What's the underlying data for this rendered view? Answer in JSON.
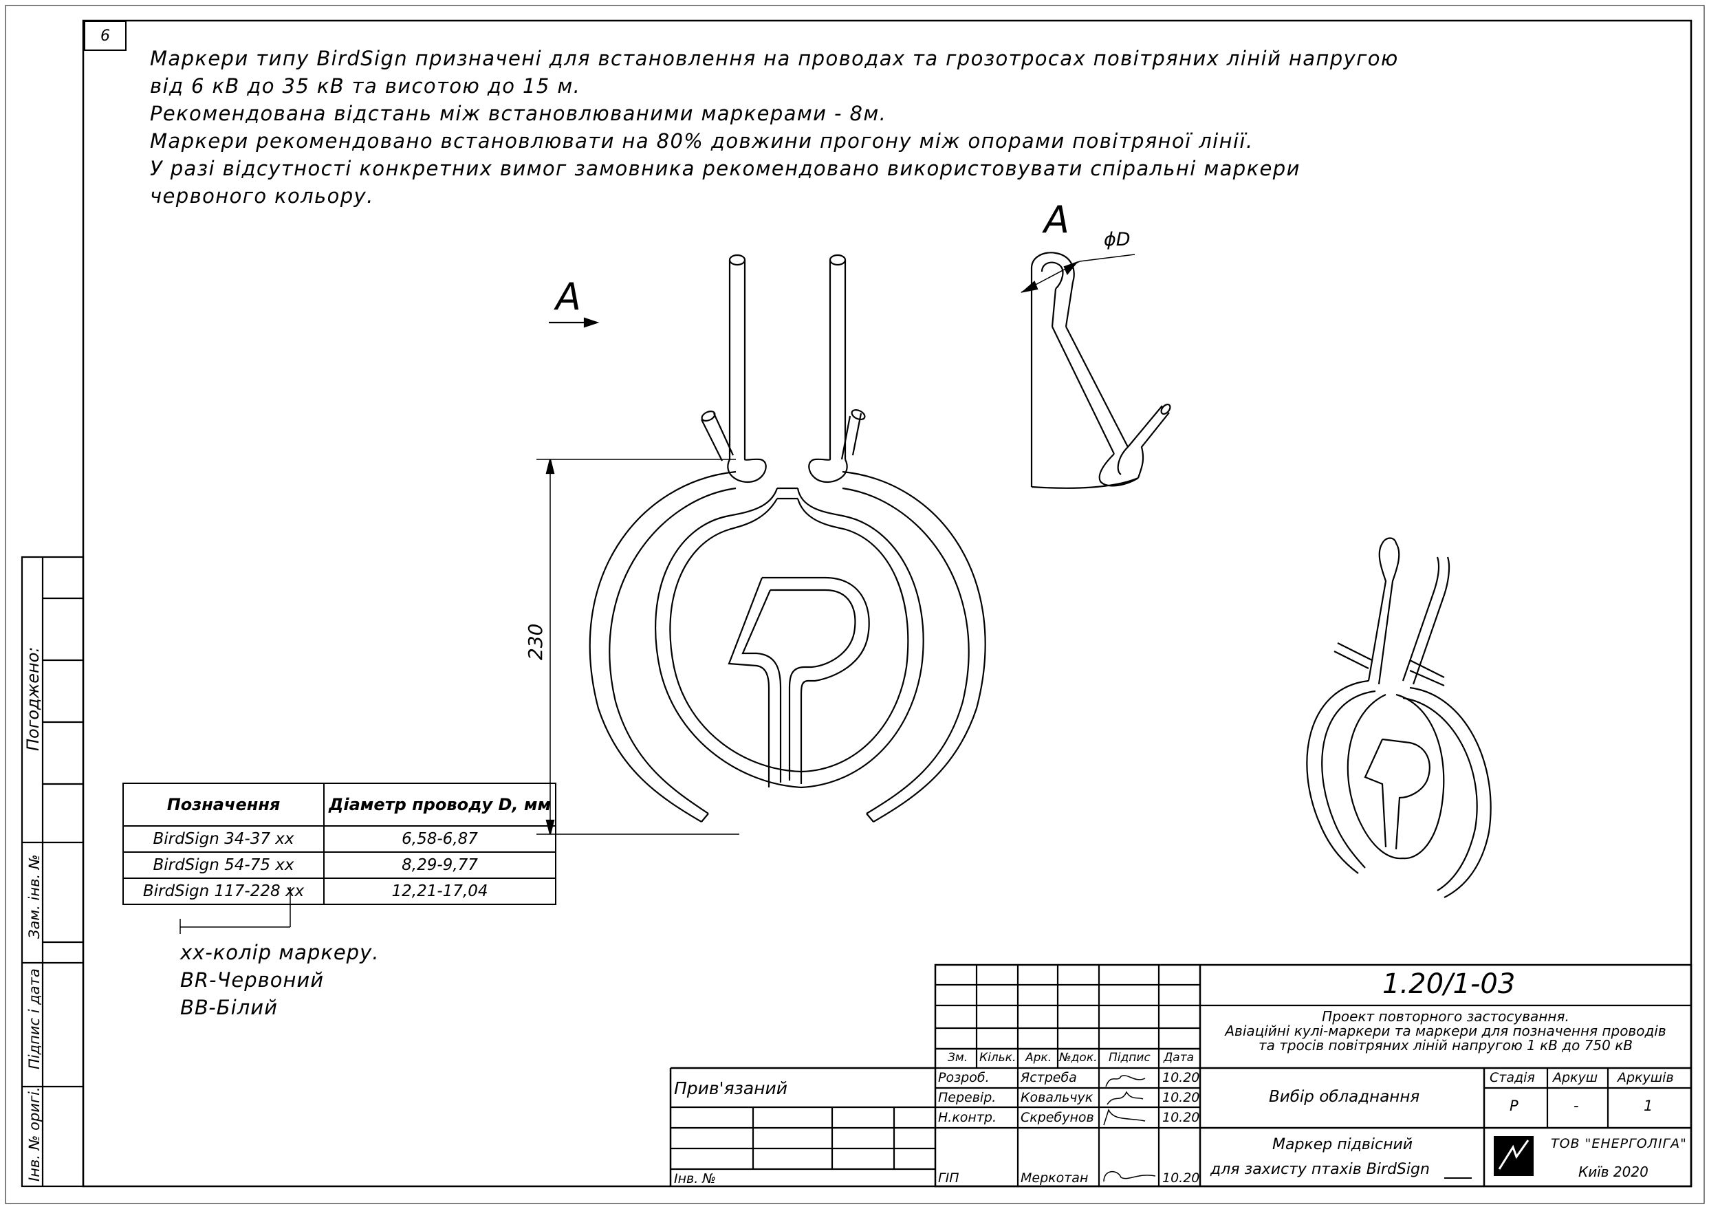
{
  "sheet_number": "6",
  "notes": [
    "Маркери типу BirdSign призначені для встановлення на проводах та грозотросах повітряних ліній напругою",
    "від 6 кВ до 35 кВ та висотою до 15 м.",
    "Рекомендована відстань між встановлюваними маркерами - 8м.",
    "Маркери рекомендовано встановлювати на 80% довжини прогону між опорами повітряної лінії.",
    "У разі відсутності конкретних вимог замовника рекомендовано використовувати спіральні маркери",
    "червоного кольору."
  ],
  "drawing": {
    "view_arrow_label": "А",
    "section_label": "А",
    "diameter_label": "ϕD",
    "height_dimension": "230"
  },
  "spec_table": {
    "headers": [
      "Позначення",
      "Діаметр проводу D, мм"
    ],
    "rows": [
      [
        "BirdSign 34-37 xx",
        "6,58-6,87"
      ],
      [
        "BirdSign 54-75 xx",
        "8,29-9,77"
      ],
      [
        "BirdSign 117-228 xx",
        "12,21-17,04"
      ]
    ]
  },
  "legend": [
    "xx-колір маркеру.",
    "BR-Червоний",
    "BB-Білий"
  ],
  "side_stamp": {
    "agreed": "Погоджено:",
    "replaced_inv": "Зам. інв. №",
    "signature_date": "Підпис і дата",
    "inv_orig": "Інв. № оригі."
  },
  "title_block": {
    "code": "1.20/1-03",
    "project_title": [
      "Проект повторного застосування.",
      "Авіаційні кулі-маркери та маркери для позначення проводів",
      "та тросів повітряних ліній напругою 1 кВ до 750 кВ"
    ],
    "section_title": "Вибір обладнання",
    "drawing_title": [
      "Маркер підвісний",
      "для захисту птахів BirdSign"
    ],
    "bound": "Прив'язаний",
    "inv_no": "Інв. №",
    "columns": [
      "Зм.",
      "Кільк.",
      "Арк.",
      "№док.",
      "Підпис",
      "Дата"
    ],
    "staff": [
      {
        "role": "Розроб.",
        "name": "Ястреба",
        "date": "10.20"
      },
      {
        "role": "Перевір.",
        "name": "Ковальчук",
        "date": "10.20"
      },
      {
        "role": "Н.контр.",
        "name": "Скребунов",
        "date": "10.20"
      },
      {
        "role": "ГІП",
        "name": "Меркотан",
        "date": "10.20"
      }
    ],
    "stage_headers": [
      "Стадія",
      "Аркуш",
      "Аркушів"
    ],
    "stage_values": [
      "Р",
      "-",
      "1"
    ],
    "company": "ТОВ \"ЕНЕРГОЛІГА\"",
    "city_year": "Київ 2020"
  }
}
